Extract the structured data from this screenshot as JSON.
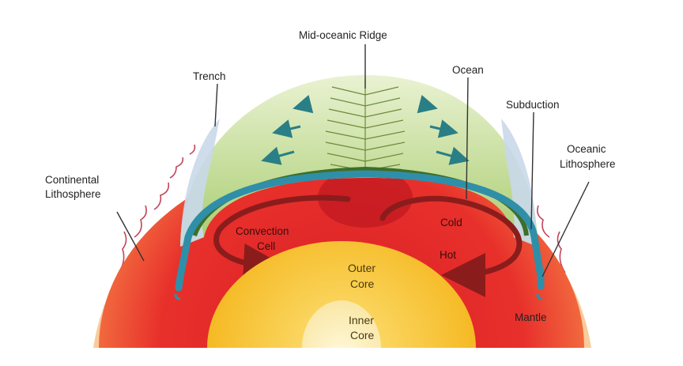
{
  "labels": {
    "mid_oceanic_ridge": "Mid-oceanic Ridge",
    "trench": "Trench",
    "ocean": "Ocean",
    "subduction": "Subduction",
    "oceanic_lithosphere_line1": "Oceanic",
    "oceanic_lithosphere_line2": "Lithosphere",
    "continental_lithosphere_line1": "Continental",
    "continental_lithosphere_line2": "Lithosphere",
    "convection_cell_line1": "Convection",
    "convection_cell_line2": "Cell",
    "cold": "Cold",
    "hot": "Hot",
    "outer_core_line1": "Outer",
    "outer_core_line2": "Core",
    "inner_core_line1": "Inner",
    "inner_core_line2": "Core",
    "mantle": "Mantle"
  },
  "colors": {
    "ocean_surface": "#cfe3a6",
    "oceanic_plate": "#2f8fa8",
    "mantle_hot": "#e8242a",
    "mantle_edge": "#f26b3a",
    "outer_core": "#f7c51c",
    "inner_core": "#fbe9a6",
    "convection_arrows": "#8b1c1c",
    "continental_crust": "#f5dca0"
  }
}
